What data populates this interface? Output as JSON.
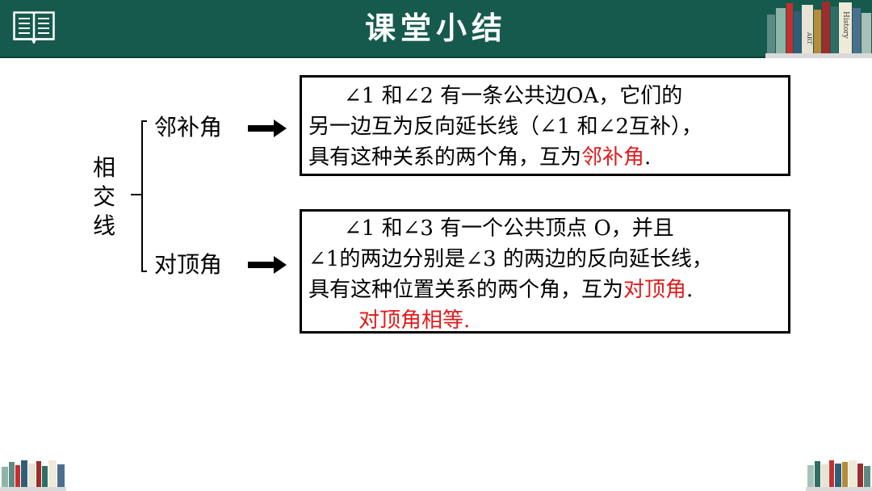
{
  "header": {
    "title": "课堂小结",
    "icon": "open-book-icon"
  },
  "tree": {
    "root": [
      "相",
      "交",
      "线"
    ],
    "branches": [
      {
        "label": "邻补角",
        "lines": [
          "∠1 和∠2 有一条公共边OA，它们的",
          "另一边互为反向延长线（∠1 和∠2互补），"
        ],
        "last_line_prefix": "具有这种关系的两个角，互为",
        "highlight": "邻补角",
        "last_line_suffix": "."
      },
      {
        "label": "对顶角",
        "lines": [
          "∠1 和∠3 有一个公共顶点 O，并且",
          "∠1的两边分别是∠3 的两边的反向延长线，"
        ],
        "last_line_prefix": "具有这种位置关系的两个角，互为",
        "highlight": "对顶角",
        "last_line_suffix": ".",
        "conclusion": "对顶角相等."
      }
    ]
  },
  "colors": {
    "header_bg": "#165a4e",
    "highlight": "#e01b1b"
  },
  "decoration": {
    "shelf_labels": [
      "ART",
      "History"
    ]
  }
}
